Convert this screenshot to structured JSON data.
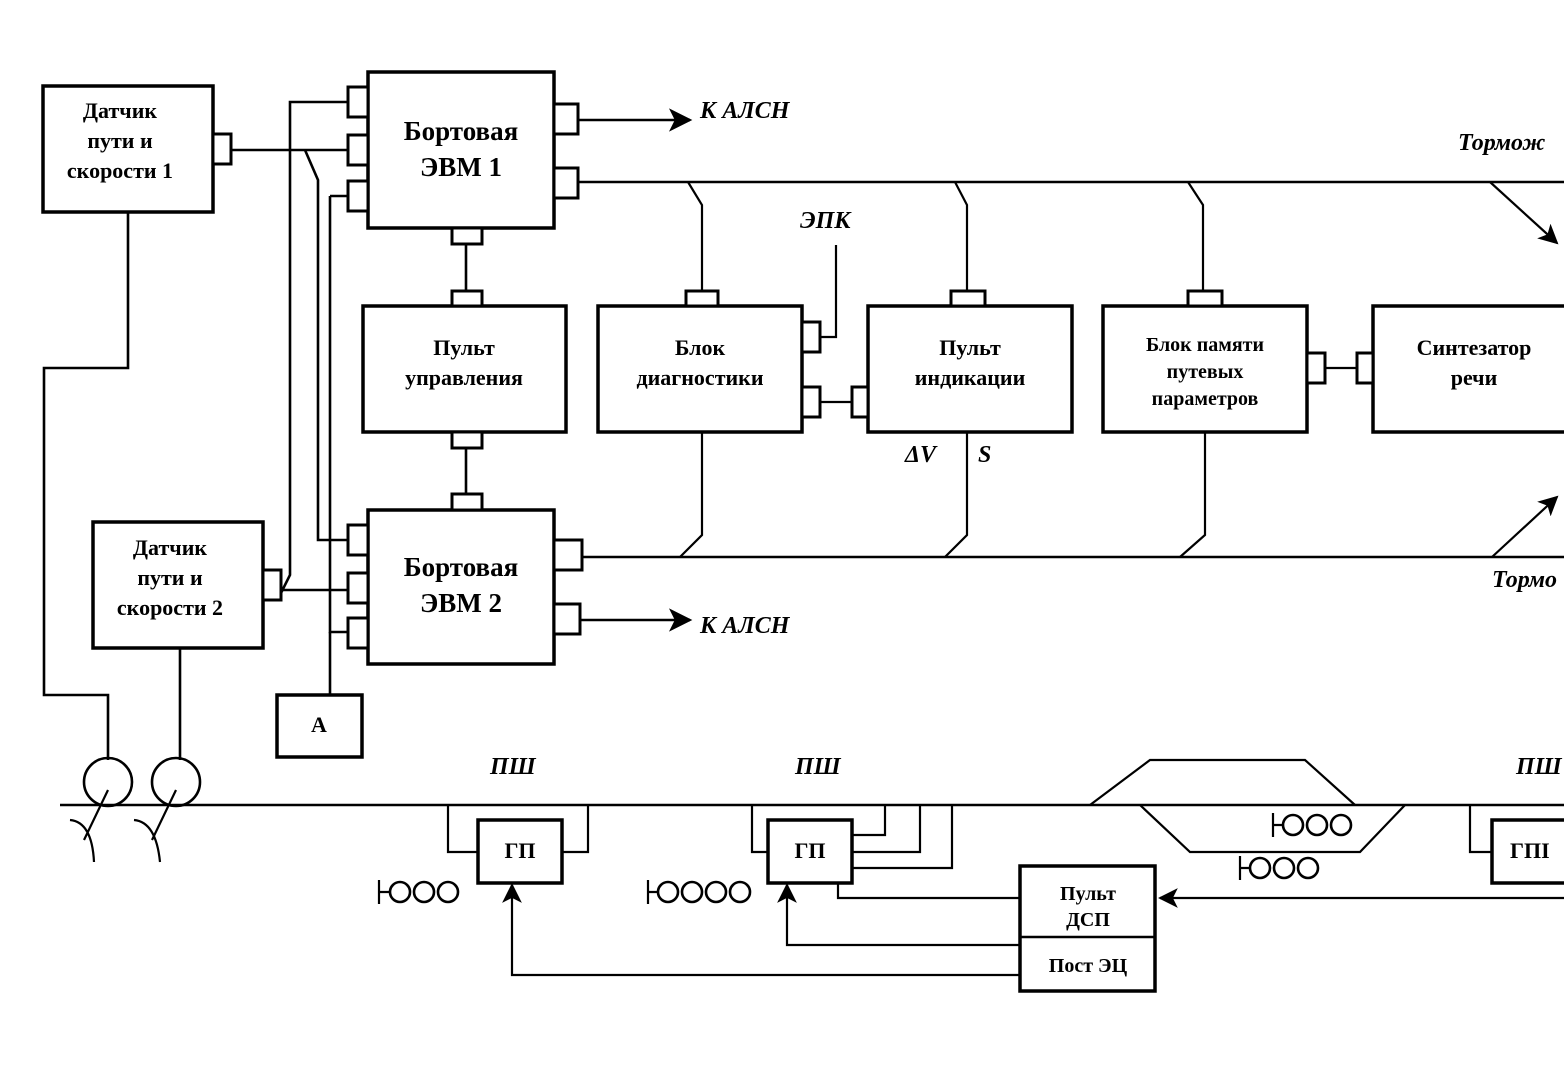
{
  "blocks": {
    "sensor1": [
      "Датчик",
      "пути и",
      "скорости  1"
    ],
    "sensor2": [
      "Датчик",
      "пути и",
      "скорости  2"
    ],
    "computer1": [
      "Бортовая",
      "ЭВМ 1"
    ],
    "computer2": [
      "Бортовая",
      "ЭВМ 2"
    ],
    "control_panel": [
      "Пульт",
      "управления"
    ],
    "diagnostics": [
      "Блок",
      "диагностики"
    ],
    "indication": [
      "Пульт",
      "индикации"
    ],
    "memory": [
      "Блок памяти",
      "путевых",
      "параметров"
    ],
    "speech": [
      "Синтезатор",
      "речи"
    ],
    "block_a": "А",
    "gp1": "ГП",
    "gp2": "ГП",
    "gp3": "ГПI",
    "dsp_panel": [
      "Пульт",
      "ДСП"
    ],
    "ec_post": "Пост ЭЦ"
  },
  "labels": {
    "alsn_top": "К   АЛСН",
    "alsn_bottom": "К   АЛСН",
    "epk": "ЭПК",
    "dv": "ΔV",
    "s": "S",
    "brake_top": "Тормож",
    "brake_bottom": "Тормо",
    "psh1": "ПШ",
    "psh2": "ПШ",
    "psh3": "ПШ"
  }
}
